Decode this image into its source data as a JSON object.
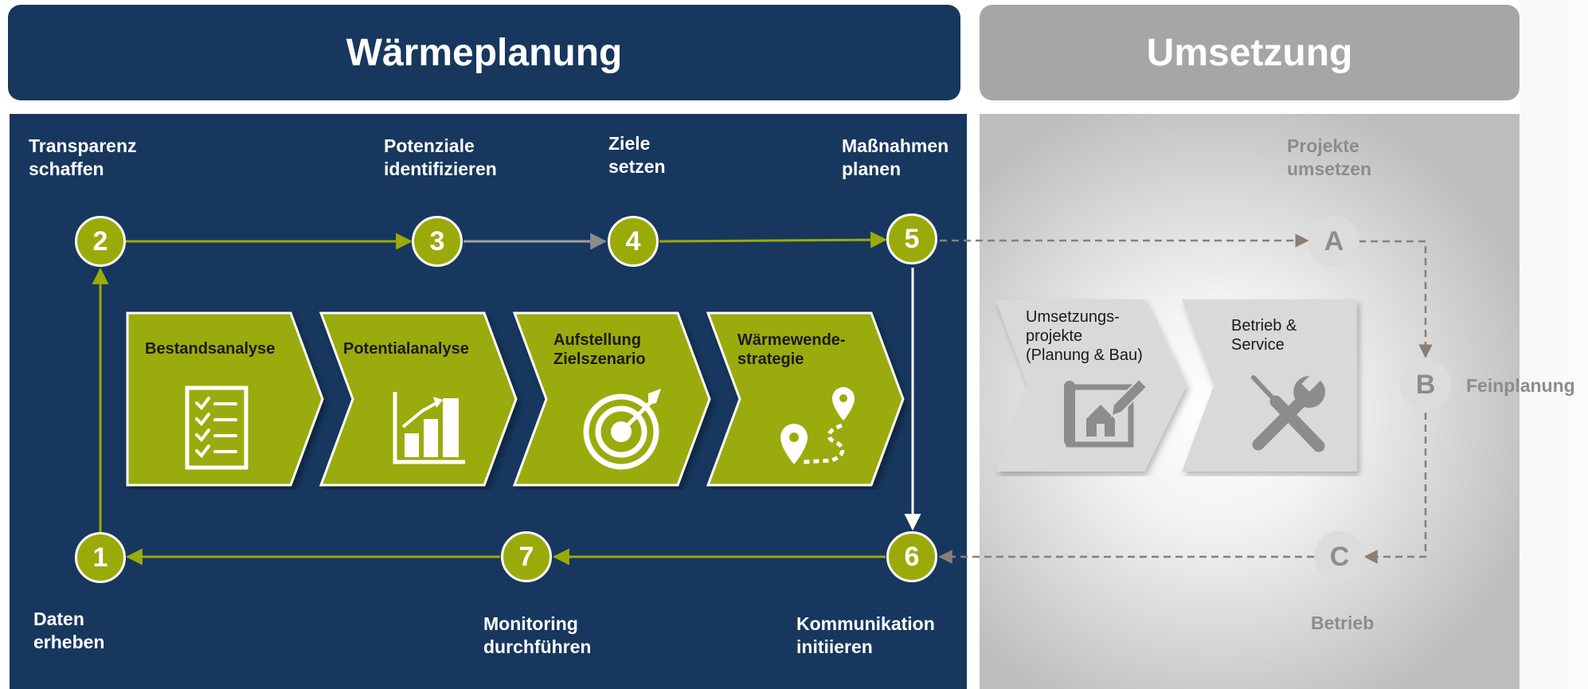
{
  "headers": {
    "planning": "Wärmeplanung",
    "implementation": "Umsetzung"
  },
  "labels": {
    "transparency": "Transparenz\n schaffen",
    "potentials": "Potenziale\nidentifizieren",
    "goals": "Ziele\nsetzen",
    "measures": "Maßnahmen\nplanen",
    "data": "Daten\nerheben",
    "monitoring": "Monitoring\ndurchführen",
    "communication": "Kommunikation\ninitiieren",
    "projects": "Projekte\numsetzen",
    "detail_planning": "Feinplanung",
    "operation": "Betrieb"
  },
  "nodes": {
    "n1": "1",
    "n2": "2",
    "n3": "3",
    "n4": "4",
    "n5": "5",
    "n6": "6",
    "n7": "7",
    "na": "A",
    "nb": "B",
    "nc": "C"
  },
  "steps": [
    {
      "title": "Bestandsanalyse",
      "icon": "checklist-icon"
    },
    {
      "title": "Potentialanalyse",
      "icon": "bar-chart-growth-icon"
    },
    {
      "title": "Aufstellung\nZielszenario",
      "icon": "target-icon"
    },
    {
      "title": "Wärmewende-\nstrategie",
      "icon": "route-pins-icon"
    }
  ],
  "implementation_steps": [
    {
      "title": "Umsetzungs-\nprojekte\n(Planung & Bau)",
      "icon": "house-blueprint-icon"
    },
    {
      "title": "Betrieb &\nService",
      "icon": "wrench-screwdriver-icon"
    }
  ],
  "colors": {
    "planning_blue": "#17375e",
    "accent_green": "#9aab09",
    "gray_header": "#a6a6a6",
    "gray_text": "#8c8c8c",
    "chevron_gray": "#d9d9d9"
  }
}
